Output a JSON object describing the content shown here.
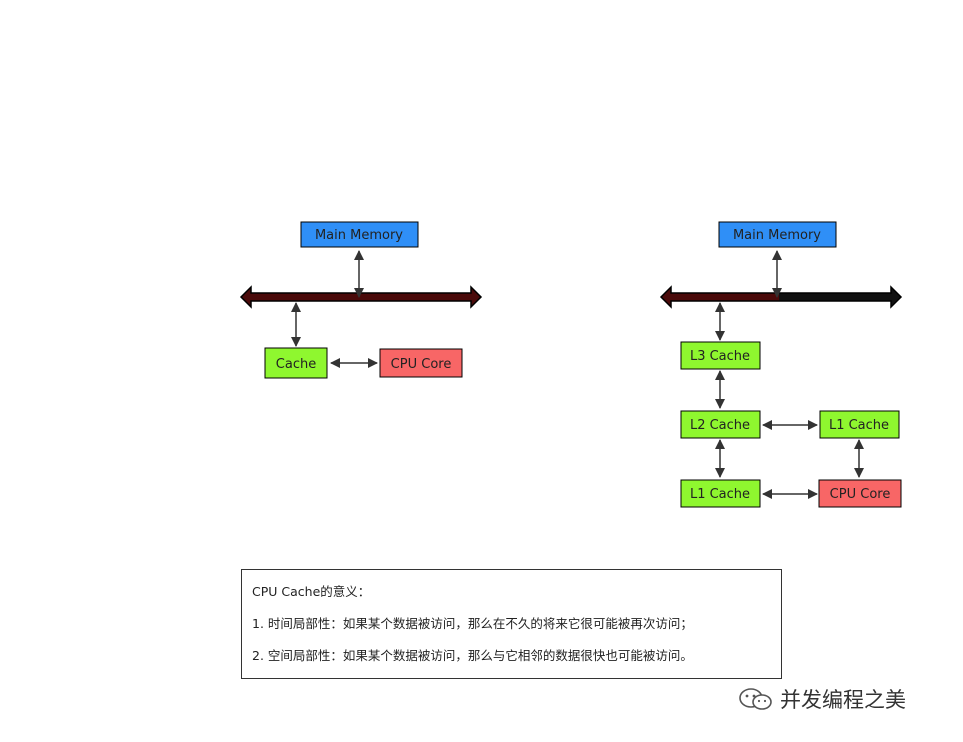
{
  "left_diagram": {
    "memory": {
      "label": "Main Memory",
      "color": "#2f8ff7"
    },
    "cache": {
      "label": "Cache",
      "color": "#8ff72f"
    },
    "core": {
      "label": "CPU Core",
      "color": "#f86666"
    },
    "bus_color": "#4a0a0a"
  },
  "right_diagram": {
    "memory": {
      "label": "Main Memory",
      "color": "#2f8ff7"
    },
    "l3": {
      "label": "L3 Cache",
      "color": "#8ff72f"
    },
    "l2": {
      "label": "L2 Cache",
      "color": "#8ff72f"
    },
    "l1_data": {
      "label": "L1 Cache",
      "color": "#8ff72f"
    },
    "l1_inst": {
      "label": "L1 Cache",
      "color": "#8ff72f"
    },
    "core": {
      "label": "CPU Core",
      "color": "#f86666"
    },
    "bus_color_left": "#4a0a0a",
    "bus_color_right": "#111111"
  },
  "note": {
    "title": "CPU Cache的意义：",
    "item1": "1. 时间局部性：如果某个数据被访问，那么在不久的将来它很可能被再次访问；",
    "item2": "2. 空间局部性：如果某个数据被访问，那么与它相邻的数据很快也可能被访问。"
  },
  "watermark": {
    "text": "并发编程之美",
    "icon": "wechat-icon"
  }
}
